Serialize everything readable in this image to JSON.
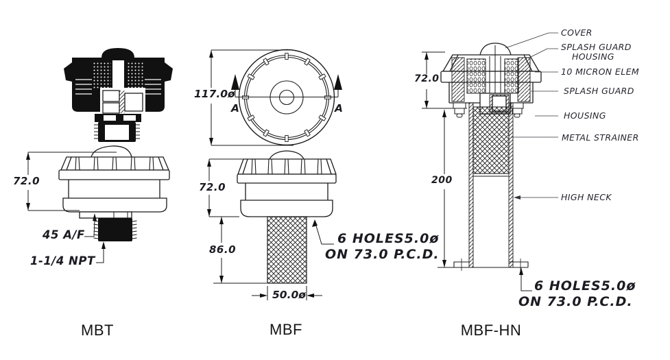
{
  "views": {
    "mbt": {
      "title": "MBT",
      "height_dim": "72.0",
      "hex_label": "45 A/F",
      "thread_label": "1-1/4 NPT"
    },
    "mbf": {
      "title": "MBF",
      "diameter_dim": "117.0ø",
      "section_left": "A",
      "section_right": "A",
      "height_dim": "72.0",
      "strainer_dim": "86.0",
      "width_dim": "50.0ø",
      "holes_note_1": "6 HOLES5.0ø",
      "holes_note_2": "ON 73.0 P.C.D."
    },
    "mbf_hn": {
      "title": "MBF-HN",
      "height_dim": "72.0",
      "neck_dim": "200",
      "holes_note_1": "6 HOLES5.0ø",
      "holes_note_2": "ON 73.0 P.C.D.",
      "labels": {
        "cover": "COVER",
        "splash_guard_housing_line1": "SPLASH GUARD",
        "splash_guard_housing_line2": "HOUSING",
        "micron_element": "10 MICRON ELEM",
        "splash_guard": "SPLASH GUARD",
        "housing": "HOUSING",
        "metal_strainer": "METAL STRAINER",
        "high_neck": "HIGH NECK"
      }
    }
  }
}
